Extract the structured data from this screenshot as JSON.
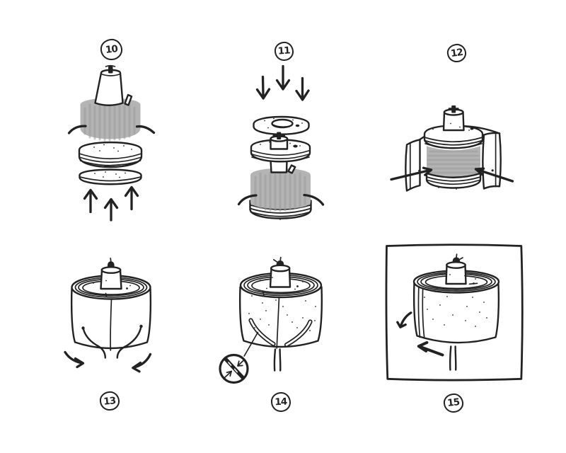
{
  "colors": {
    "background": "#ffffff",
    "paper": "#ffffff",
    "ink": "#222222",
    "shade_gray": "#b4b4b4",
    "streak_gray": "#9c9c9c"
  },
  "steps": [
    {
      "label": "10"
    },
    {
      "label": "11"
    },
    {
      "label": "12"
    },
    {
      "label": "13"
    },
    {
      "label": "14"
    },
    {
      "label": "15"
    }
  ]
}
